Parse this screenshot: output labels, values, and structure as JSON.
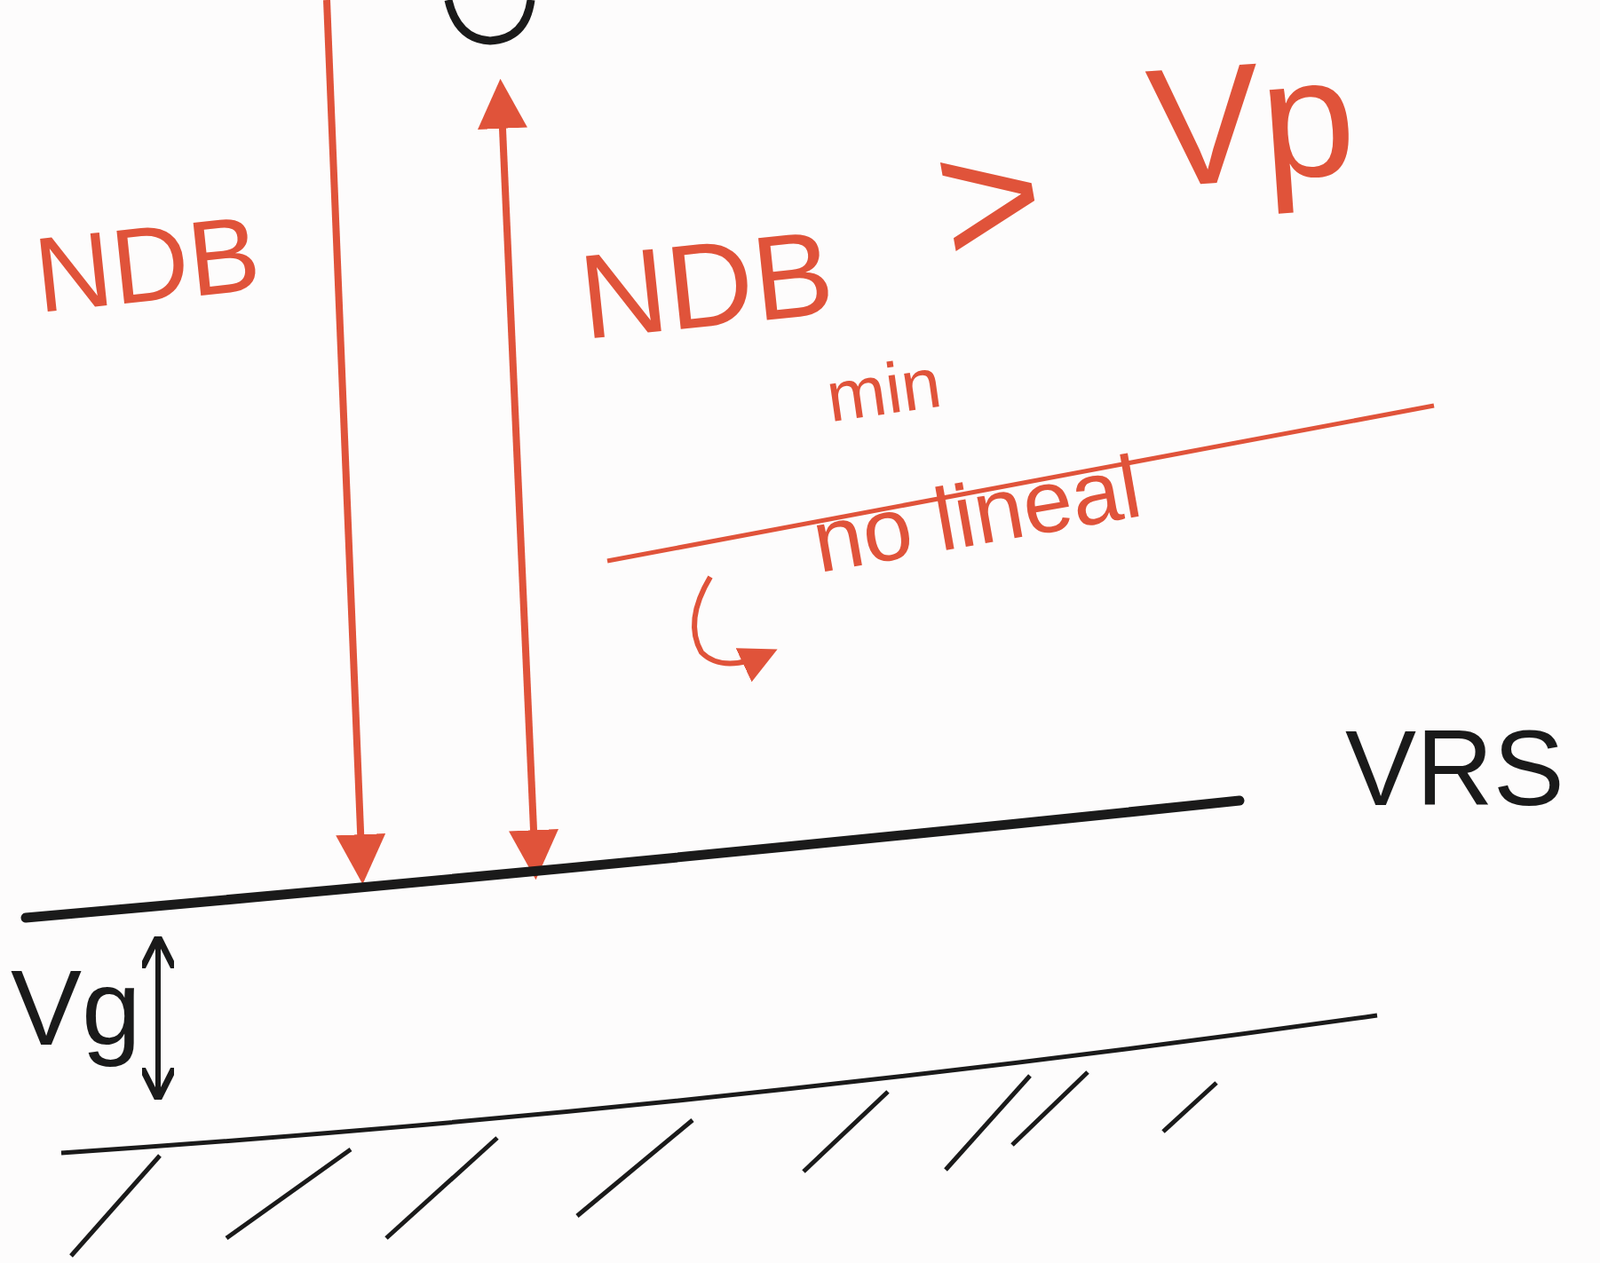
{
  "diagram": {
    "labels": [
      "NDB",
      "NDB",
      "min",
      ">",
      "Vp",
      "no lineal",
      "VRS",
      "Vg"
    ]
  }
}
